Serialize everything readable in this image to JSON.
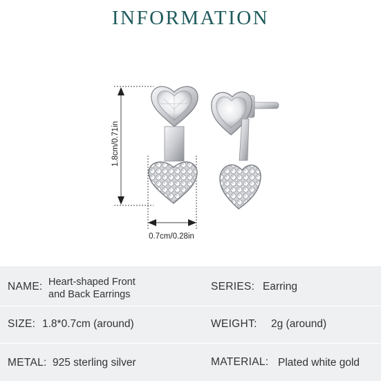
{
  "header": {
    "title": "INFORMATION"
  },
  "product": {
    "height_dimension": "1.8cm/0.71in",
    "width_dimension": "0.7cm/0.28in"
  },
  "specs": {
    "name_label": "NAME:",
    "name_value_line1": "Heart-shaped Front",
    "name_value_line2": "and Back Earrings",
    "series_label": "SERIES:",
    "series_value": "Earring",
    "size_label": "SIZE:",
    "size_value": "1.8*0.7cm (around)",
    "weight_label": "WEIGHT:",
    "weight_value": "2g (around)",
    "metal_label": "METAL:",
    "metal_value": "925 sterling silver",
    "material_label": "MATERIAL:",
    "material_value": "Plated white gold"
  },
  "colors": {
    "title": "#1f5a5c",
    "table_bg": "#eef0f2",
    "text": "#333333"
  }
}
